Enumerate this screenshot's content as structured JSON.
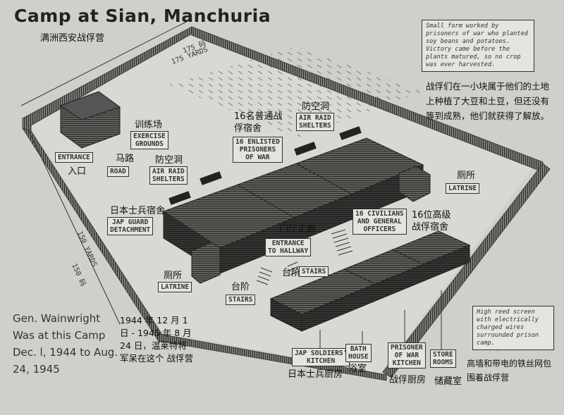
{
  "title": "Camp at Sian, Manchuria",
  "title_cn": "满洲西安战俘营",
  "dimensions": {
    "top_number_cn": "175 码",
    "top_yards": "175 YARDS",
    "side_yards": "150 YARDS",
    "side_cn": "150 码"
  },
  "farm_note": {
    "en": "Small form worked by prisoners of war who planted soy beans and potatoes. Victory came before the plants matured, so no crop was ever harvested.",
    "cn": "战俘们在一小块属于他们的土地上种植了大豆和土豆，但还没有等到成熟，他们就获得了解放。"
  },
  "labels": {
    "entrance": {
      "en": "ENTRANCE",
      "cn": "入口"
    },
    "exercise": {
      "en": "EXERCISE\nGROUNDS",
      "cn": "训练场"
    },
    "road": {
      "en": "ROAD",
      "cn": "马路"
    },
    "shelters_left": {
      "en": "AIR RAID\nSHELTERS",
      "cn": "防空洞"
    },
    "shelters_right": {
      "en": "AIR RAID\nSHELTERS",
      "cn": "防空洞"
    },
    "enlisted": {
      "en": "16 ENLISTED\nPRISONERS\nOF WAR",
      "cn": "16名普通战\n俘宿舍"
    },
    "latrine_right": {
      "en": "LATRINE",
      "cn": "厕所"
    },
    "guard": {
      "en": "JAP GUARD\nDETACHMENT",
      "cn": "日本士兵宿舍"
    },
    "civilians": {
      "en": "16 CIVILIANS\nAND GENERAL\nOFFICERS",
      "cn": "16位高级\n战俘宿舍"
    },
    "hallway": {
      "en": "ENTRANCE\nTO HALLWAY",
      "cn": "门厅走廊"
    },
    "latrine_left": {
      "en": "LATRINE",
      "cn": "厕所"
    },
    "stairs_mid": {
      "en": "STAIRS",
      "cn": "台阶"
    },
    "stairs_left": {
      "en": "STAIRS",
      "cn": "台阶"
    },
    "kitchen_jap": {
      "en": "JAP SOLDIERS'\nKITCHEN",
      "cn": "日本士兵厨房"
    },
    "bath": {
      "en": "BATH\nHOUSE",
      "cn": "浴室"
    },
    "pow_kitchen": {
      "en": "PRISONER\nOF WAR\nKITCHEN",
      "cn": "战俘厨房"
    },
    "store": {
      "en": "STORE\nROOMS",
      "cn": "储藏室"
    }
  },
  "fence_note": {
    "en": "High reed screen with electrically charged wires surrounded prison camp.",
    "cn": "高墙和带电的铁丝网包围着战俘营"
  },
  "wainwright": {
    "en": "Gen. Wainwright Was at this Camp Dec. l, 1944 to Aug. 24, 1945",
    "cn": "1944 年 12 月 1 日 - 1945 年 8 月 24 日，温莱特将军呆在这个 战俘营"
  }
}
